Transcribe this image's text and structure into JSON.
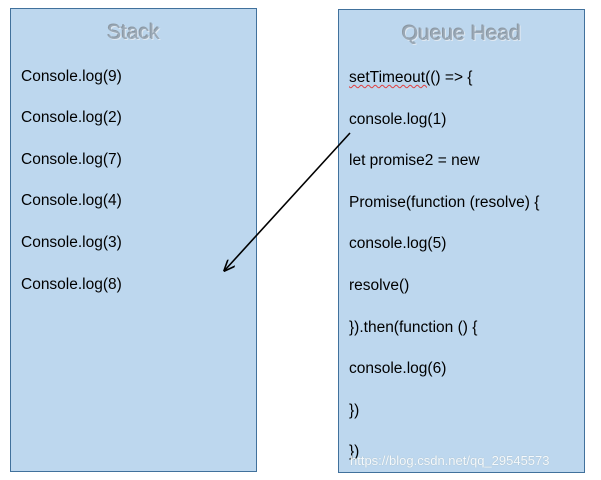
{
  "stack": {
    "title": "Stack",
    "lines": [
      "Console.log(9)",
      "Console.log(2)",
      "Console.log(7)",
      "Console.log(4)",
      "Console.log(3)",
      "Console.log(8)"
    ]
  },
  "queue": {
    "title": "Queue Head",
    "lines": [
      {
        "text": "() => {",
        "prefix": "setTimeout("
      },
      {
        "text": "console.log(1)"
      },
      {
        "text": "let promise2 = new"
      },
      {
        "text": "Promise(function (resolve) {"
      },
      {
        "text": "console.log(5)"
      },
      {
        "text": "resolve()"
      },
      {
        "text": "}).then(function () {"
      },
      {
        "text": "console.log(6)"
      },
      {
        "text": "})"
      },
      {
        "text": "})"
      }
    ]
  },
  "watermark": "https://blog.csdn.net/qq_29545573",
  "colors": {
    "panel_fill": "#bdd7ee",
    "panel_border": "#41719c",
    "arrow": "#000000"
  }
}
